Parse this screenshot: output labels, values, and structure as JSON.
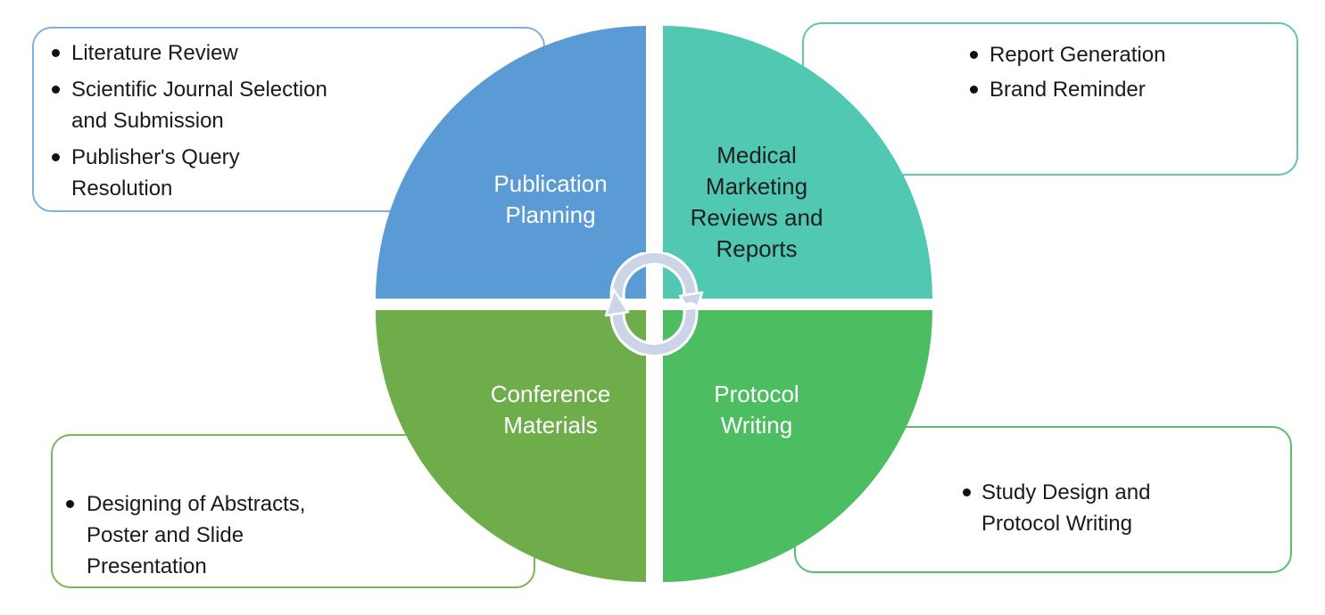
{
  "quadrants": {
    "top_left": {
      "label_lines": [
        "Publication",
        "Planning"
      ],
      "color": "#5b9bd5",
      "text_color": "#ffffff"
    },
    "top_right": {
      "label_lines": [
        "Medical",
        "Marketing",
        "Reviews and",
        "Reports"
      ],
      "color": "#50c8b2",
      "text_color": "#1f1f1f"
    },
    "bottom_left": {
      "label_lines": [
        "Conference",
        "Materials"
      ],
      "color": "#6ead49",
      "text_color": "#ffffff"
    },
    "bottom_right": {
      "label_lines": [
        "Protocol",
        "Writing"
      ],
      "color": "#4dbd62",
      "text_color": "#ffffff"
    }
  },
  "callouts": {
    "top_left": {
      "border_color": "#7fafdb",
      "items": [
        [
          "Literature Review"
        ],
        [
          "Scientific Journal Selection",
          "and Submission"
        ],
        [
          "Publisher's Query",
          "Resolution"
        ]
      ]
    },
    "top_right": {
      "border_color": "#5fc6b4",
      "items": [
        [
          "Report Generation"
        ],
        [
          "Brand Reminder"
        ]
      ]
    },
    "bottom_left": {
      "border_color": "#7cb45c",
      "items": [
        [
          "Designing of Abstracts,",
          "Poster and Slide",
          "Presentation"
        ]
      ]
    },
    "bottom_right": {
      "border_color": "#5cbe6c",
      "items": [
        [
          "Study Design and",
          "Protocol Writing"
        ]
      ]
    }
  },
  "center_icon": {
    "name": "cycle-arrows-icon",
    "color": "#ccd5e8"
  }
}
